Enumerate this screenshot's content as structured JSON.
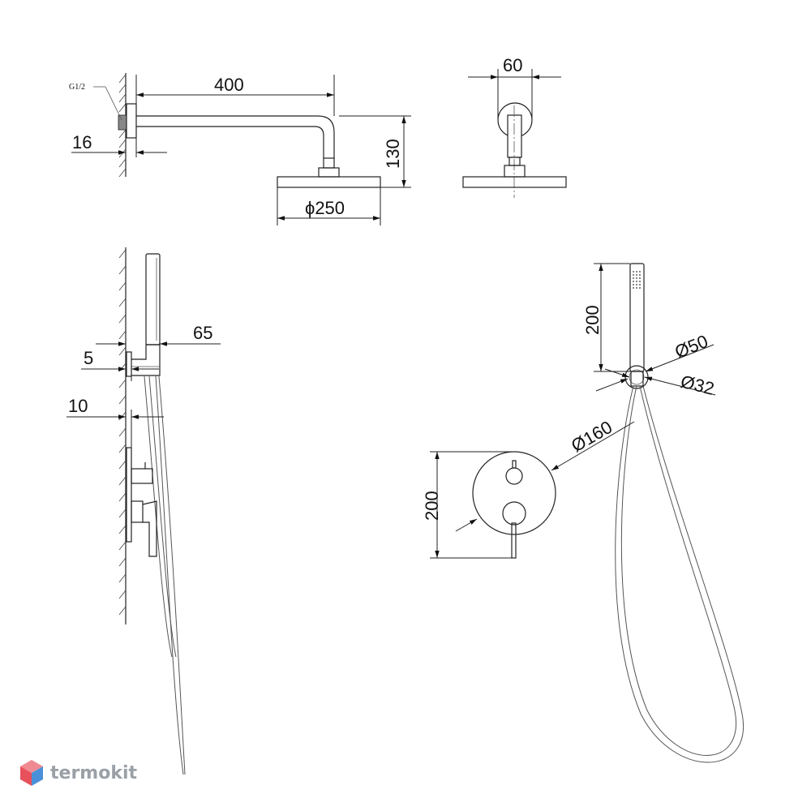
{
  "dimensions": {
    "arm_length": "400",
    "thread_label": "G1/2",
    "flange_depth": "16",
    "head_drop": "130",
    "head_diameter": "ϕ250",
    "side_width": "60",
    "holder_projection": "65",
    "holder_plate": "5",
    "mixer_plate": "10",
    "hand_shower_length": "200",
    "holder_outer_diameter": "Ø50",
    "holder_inner_diameter": "Ø32",
    "mixer_plate_diameter": "Ø160",
    "mixer_plate_height": "200"
  },
  "brand": {
    "name": "termokit",
    "logo_icon": "hexagon-cube-icon",
    "colors": {
      "logo_red": "#e8505b",
      "logo_blue": "#4a90d9",
      "logo_text": "#9aa0a6"
    }
  }
}
